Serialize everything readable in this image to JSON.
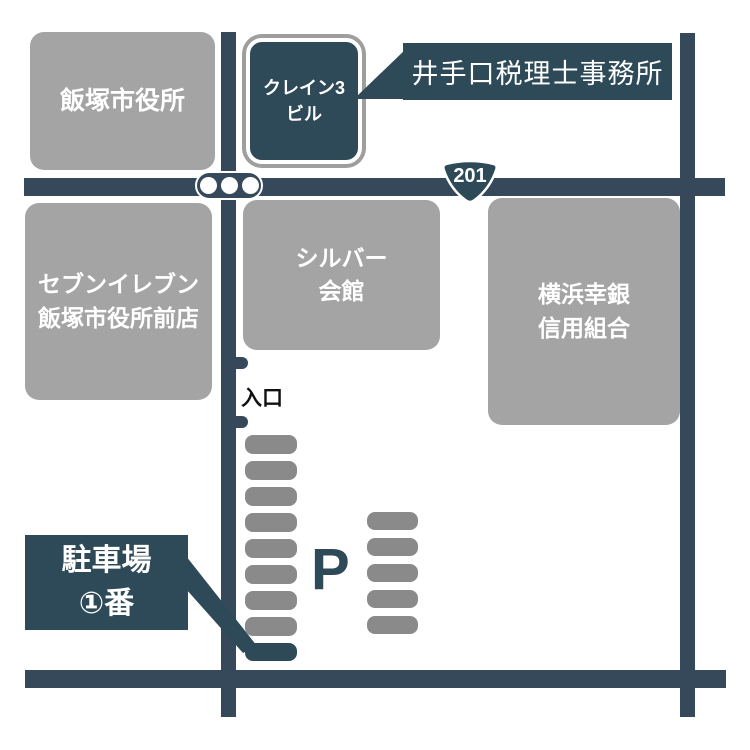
{
  "map": {
    "route_badge": {
      "number": "201"
    },
    "buildings": {
      "city_hall": {
        "name": "飯塚市役所"
      },
      "crane_building": {
        "line1": "クレイン3",
        "line2": "ビル"
      },
      "seven_eleven": {
        "line1": "セブンイレブン",
        "line2": "飯塚市役所前店"
      },
      "silver_kaikan": {
        "line1": "シルバー",
        "line2": "会館"
      },
      "bank": {
        "line1": "横浜幸銀",
        "line2": "信用組合"
      }
    },
    "labels": {
      "office": "井手口税理士事務所",
      "entrance": "入口",
      "parking_line1": "駐車場",
      "parking_line2": "①番",
      "parking_symbol": "P"
    },
    "parking": {
      "left_column_spaces": 8,
      "left_column_reserved_spaces": 1,
      "right_column_spaces": 5
    },
    "traffic_signal": {
      "lights": 3
    },
    "colors": {
      "road_navy": "#36495B",
      "panel_navy": "#2E4A58",
      "building_gray": "#A4A4A4",
      "parking_space_gray": "#8A8A8A",
      "text_white": "#FFFFFF"
    }
  }
}
